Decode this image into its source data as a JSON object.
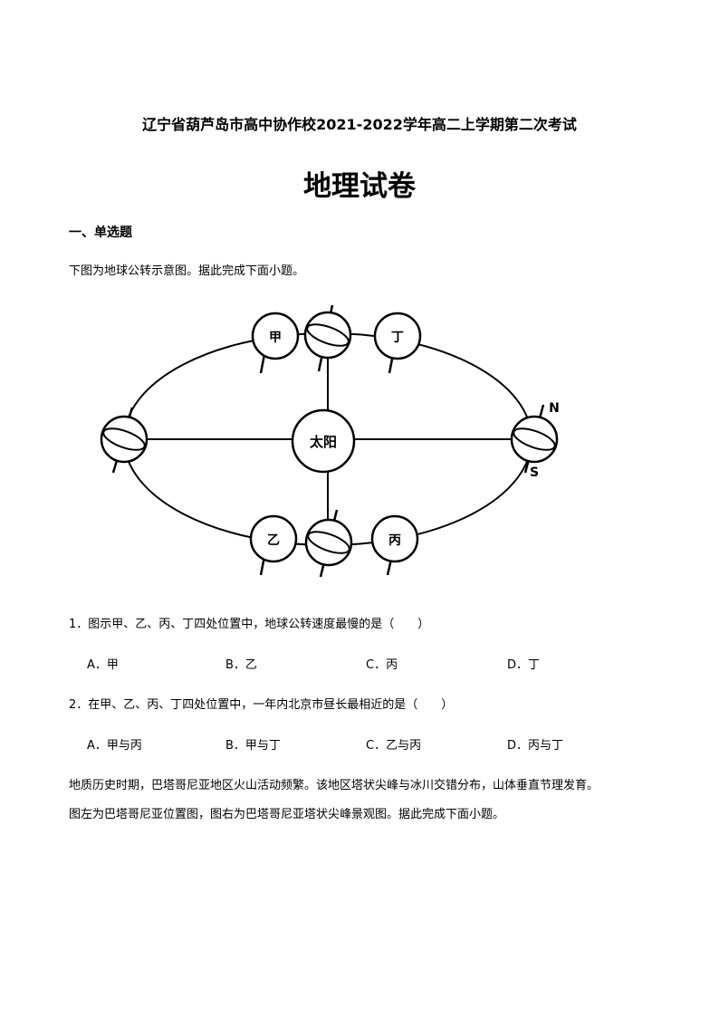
{
  "header": {
    "title": "辽宁省葫芦岛市高中协作校2021-2022学年高二上学期第二次考试",
    "subtitle": "地理试卷"
  },
  "section": {
    "heading": "一、单选题"
  },
  "intro": "下图为地球公转示意图。据此完成下面小题。",
  "figure": {
    "labels": {
      "jia": "甲",
      "ding": "丁",
      "yi": "乙",
      "bing": "丙",
      "sun": "太阳",
      "north": "N",
      "south": "S"
    }
  },
  "questions": [
    {
      "text": "1．图示甲、乙、丙、丁四处位置中，地球公转速度最慢的是（　　）",
      "options": [
        "A．甲",
        "B．乙",
        "C．丙",
        "D．丁"
      ]
    },
    {
      "text": "2．在甲、乙、丙、丁四处位置中，一年内北京市昼长最相近的是（　　）",
      "options": [
        "A．甲与丙",
        "B．甲与丁",
        "C．乙与丙",
        "D．丙与丁"
      ]
    }
  ],
  "passage": {
    "line1": "地质历史时期，巴塔哥尼亚地区火山活动频繁。该地区塔状尖峰与冰川交错分布，山体垂直节理发育。",
    "line2": "图左为巴塔哥尼亚位置图，图右为巴塔哥尼亚塔状尖峰景观图。据此完成下面小题。"
  }
}
